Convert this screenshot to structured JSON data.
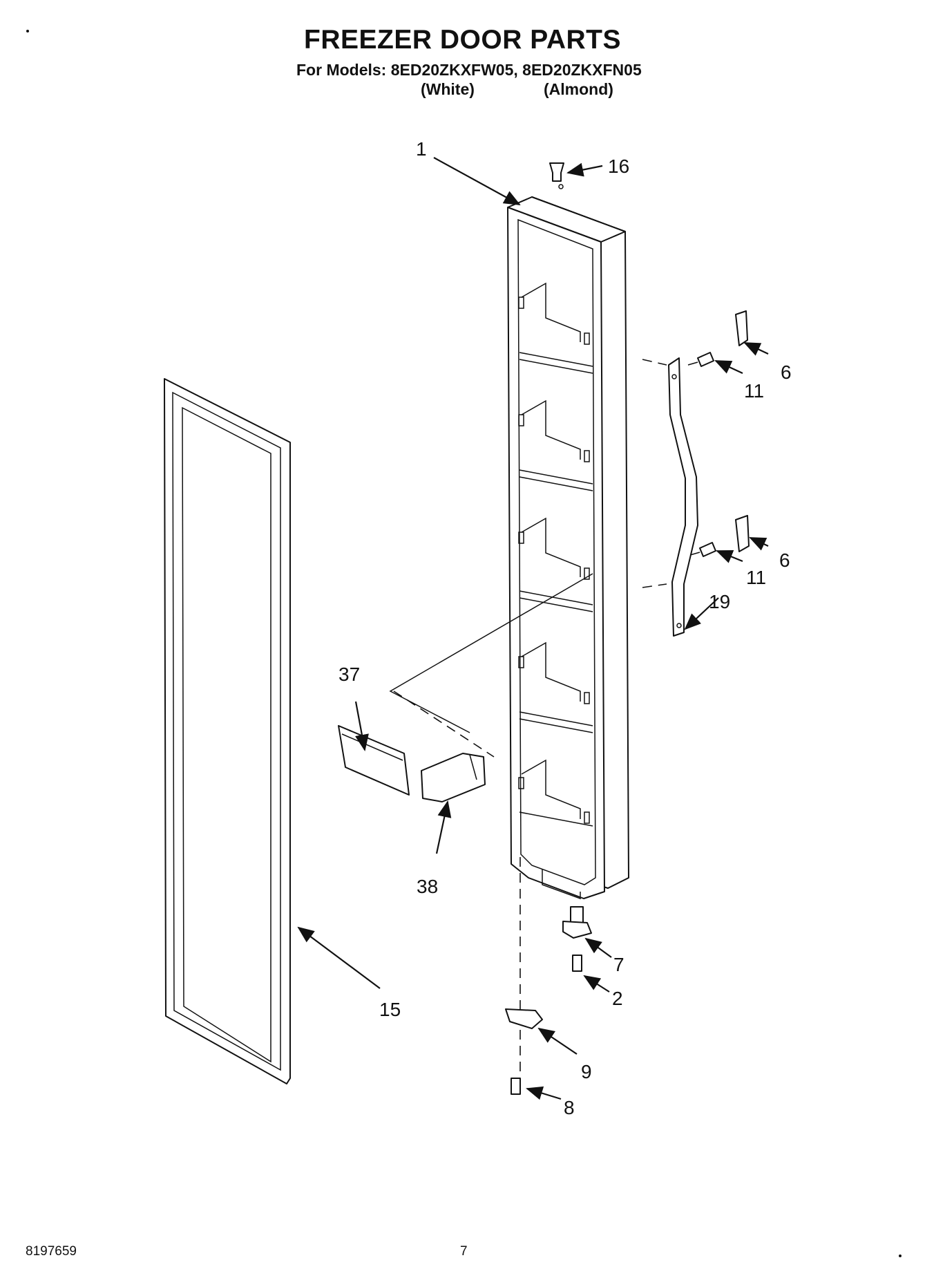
{
  "title": "FREEZER DOOR PARTS",
  "models_line": "For Models: 8ED20ZKXFW05, 8ED20ZKXFN05",
  "variants": [
    "(White)",
    "(Almond)"
  ],
  "callouts": [
    "1",
    "16",
    "6",
    "11",
    "6",
    "11",
    "19",
    "37",
    "38",
    "7",
    "2",
    "15",
    "9",
    "8"
  ],
  "footer": {
    "doc_number": "8197659",
    "page_number": "7"
  }
}
